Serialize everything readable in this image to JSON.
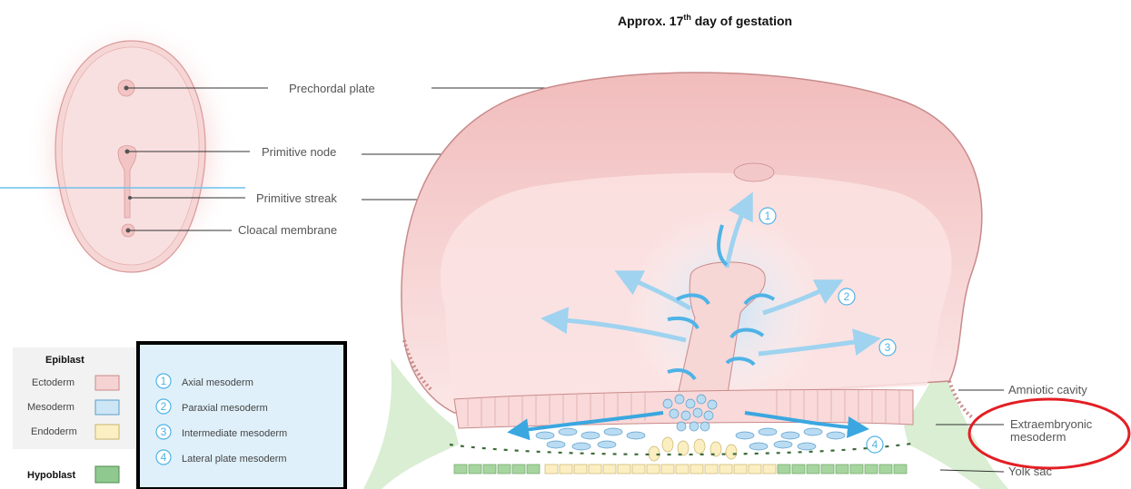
{
  "title": {
    "main": "Approx. 17",
    "sup": "th",
    "rest": " day of gestation"
  },
  "labels": {
    "prechordal_plate": "Prechordal plate",
    "primitive_node": "Primitive node",
    "primitive_streak": "Primitive streak",
    "cloacal_membrane": "Cloacal membrane",
    "amniotic_cavity": "Amniotic cavity",
    "extraembryonic_1": "Extraembryonic",
    "extraembryonic_2": "mesoderm",
    "yolk_sac": "Yolk sac"
  },
  "legend": {
    "epiblast_heading": "Epiblast",
    "ectoderm": "Ectoderm",
    "mesoderm": "Mesoderm",
    "endoderm": "Endoderm",
    "hypoblast": "Hypoblast"
  },
  "mesoderm_key": [
    {
      "num": "1",
      "label": "Axial mesoderm"
    },
    {
      "num": "2",
      "label": "Paraxial mesoderm"
    },
    {
      "num": "3",
      "label": "Intermediate mesoderm"
    },
    {
      "num": "4",
      "label": "Lateral plate mesoderm"
    }
  ],
  "arrow_numbers": [
    "1",
    "2",
    "3",
    "4"
  ],
  "colors": {
    "ectoderm": "#f6d3d3",
    "mesoderm": "#cde6f5",
    "endoderm": "#fbf0c4",
    "hypoblast": "#8fc98f",
    "arrow": "#4fb3e6",
    "highlight": "#e31e24"
  }
}
